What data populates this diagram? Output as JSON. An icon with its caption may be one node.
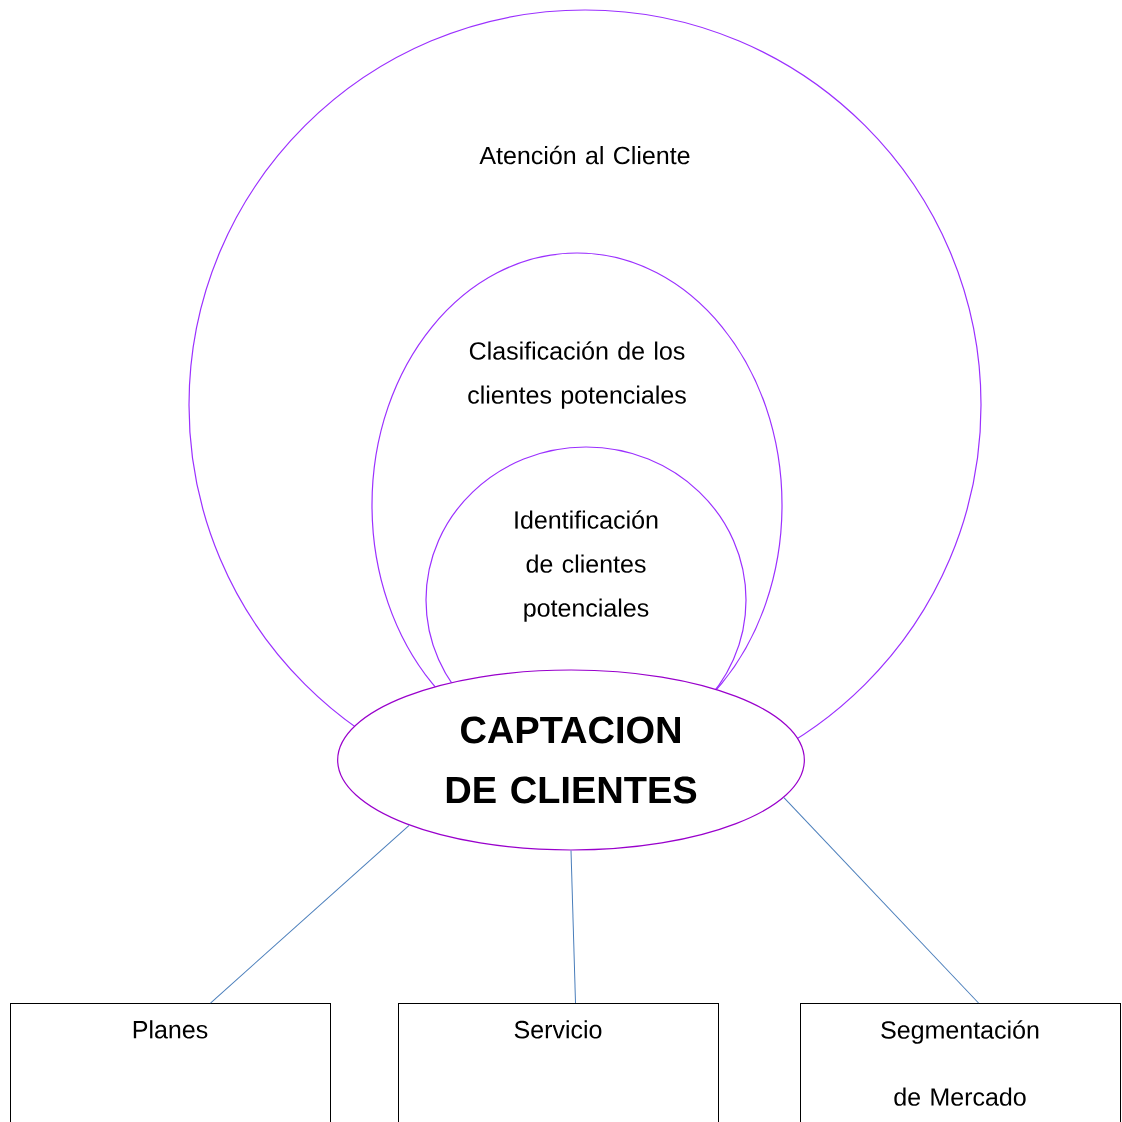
{
  "diagram": {
    "nodes": [
      {
        "text": [
          "Atención al Cliente"
        ]
      },
      {
        "text": [
          "Clasificación de los clientes potenciales"
        ],
        "in": 0
      },
      {
        "text": [
          "Identificación de clientes potenciales"
        ],
        "in": 1
      },
      {
        "text": [
          "CAPTACION DE CLIENTES"
        ]
      },
      {
        "text": [
          "Planes"
        ]
      },
      {
        "text": [
          "Servicio"
        ]
      },
      {
        "text": [
          "Segmentación de Mercado"
        ]
      }
    ],
    "edges": [
      {
        "from": 3,
        "to": 4,
        "arrow": "none"
      },
      {
        "from": 3,
        "to": 5,
        "arrow": "none"
      },
      {
        "from": 3,
        "to": 6,
        "arrow": "none"
      }
    ]
  }
}
